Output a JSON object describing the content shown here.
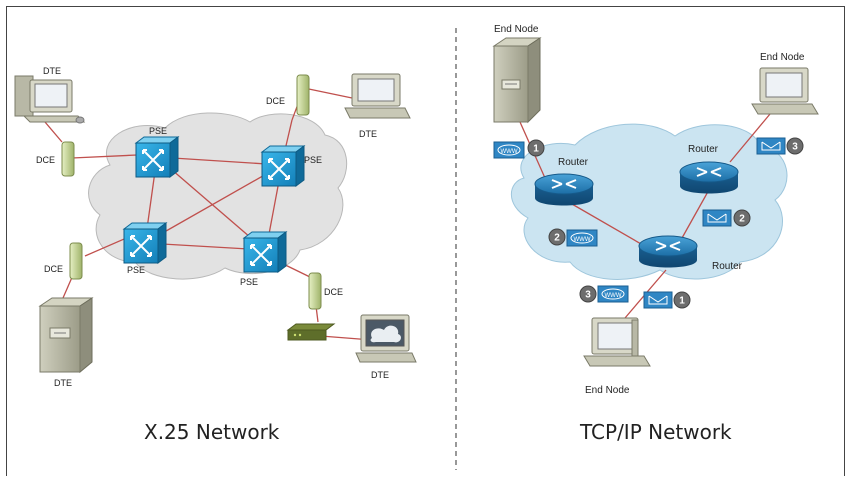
{
  "x25": {
    "title": "X.25 Network",
    "dte_label": "DTE",
    "dce_label": "DCE",
    "pse_label": "PSE"
  },
  "tcpip": {
    "title": "TCP/IP Network",
    "end_node_label": "End Node",
    "router_label": "Router",
    "packet_steps": [
      "1",
      "2",
      "3"
    ],
    "webpage_icon_text": "WWW"
  },
  "colors": {
    "link": "#c0504d",
    "cloud_x25": "#e4e4e4",
    "cloud_tcpip": "#cfe6f2",
    "router": "#1f6fa5",
    "switch": "#1b9bd7"
  }
}
